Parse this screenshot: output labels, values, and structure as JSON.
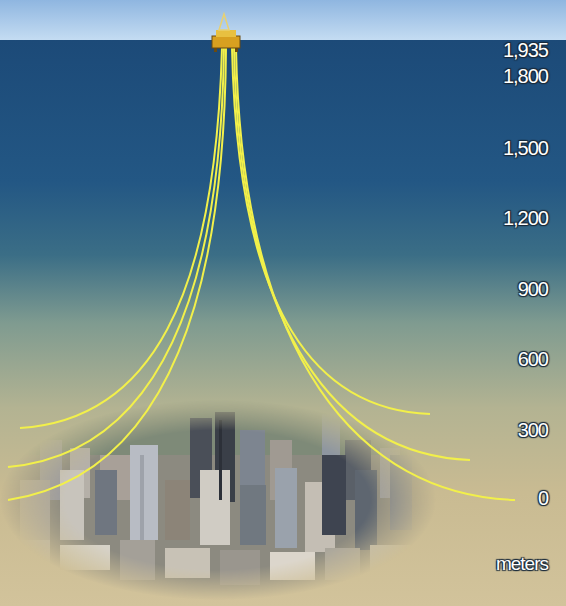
{
  "diagram": {
    "labels": [
      "1,935",
      "1,800",
      "1,500",
      "1,200",
      "900",
      "600",
      "300",
      "0",
      "meters"
    ]
  }
}
